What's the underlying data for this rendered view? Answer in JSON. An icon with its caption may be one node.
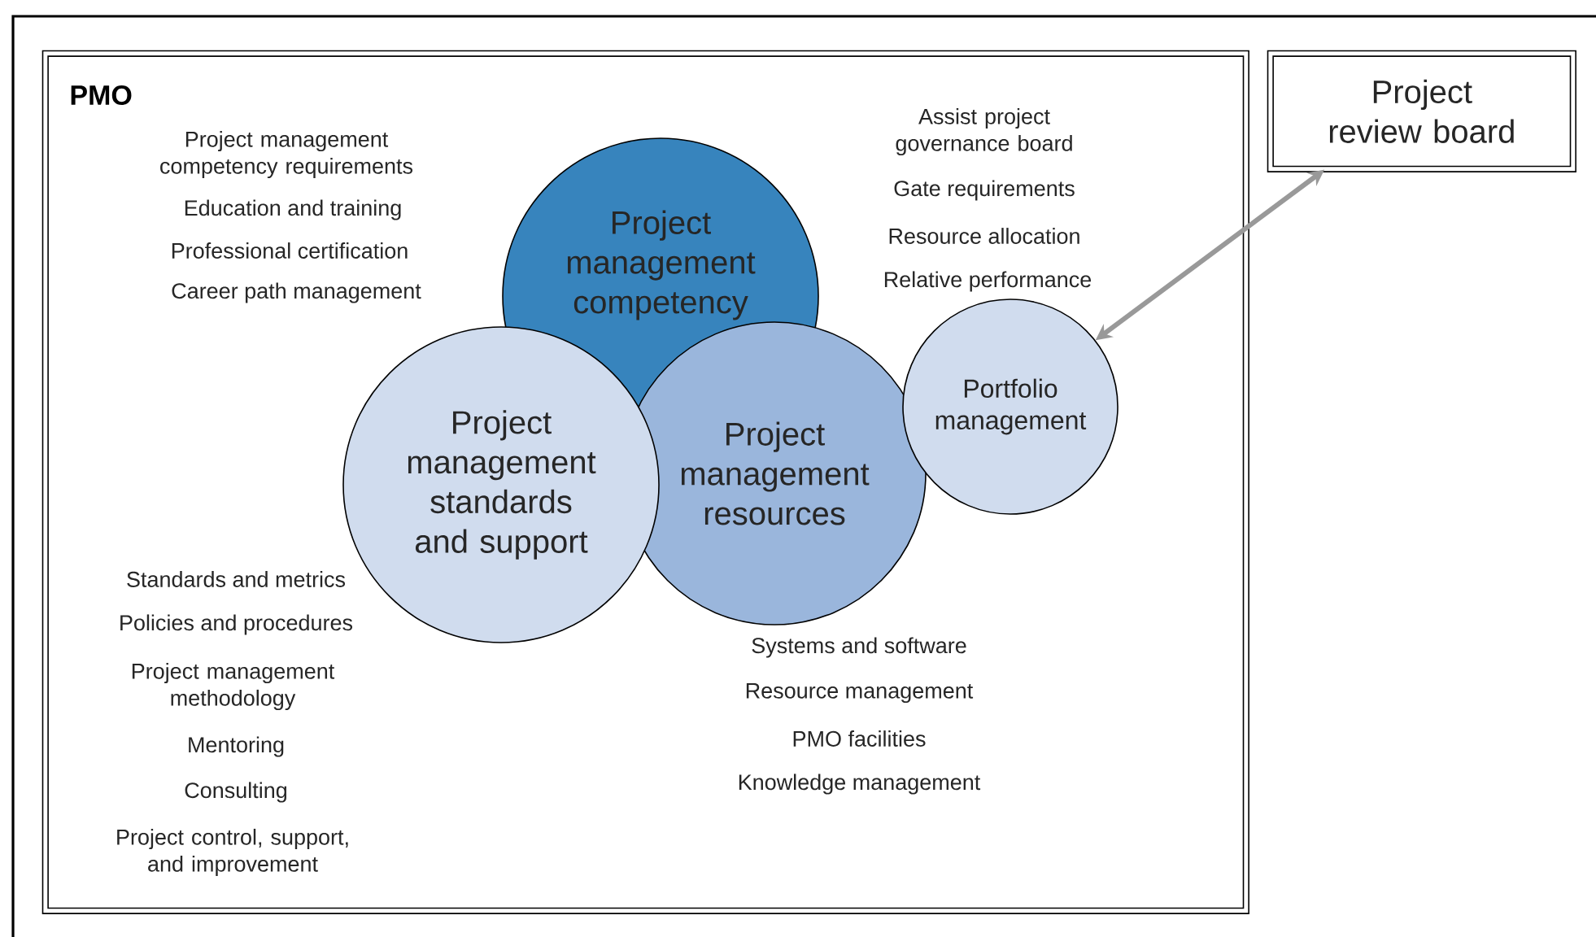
{
  "diagram": {
    "nodes": [
      {
        "text": [
          "PMO"
        ]
      },
      {
        "text": [
          "Project review board"
        ]
      },
      {
        "text": [
          "Project management competency"
        ],
        "in": 0,
        "beside": [
          "Project management competency requirements",
          "Education and training",
          "Professional certification",
          "Career path management"
        ]
      },
      {
        "text": [
          "Project management standards and support"
        ],
        "in": 0,
        "beside": [
          "Standards and metrics",
          "Policies and procedures",
          "Project management methodology",
          "Mentoring",
          "Consulting",
          "Project control, support, and improvement"
        ]
      },
      {
        "text": [
          "Project management resources"
        ],
        "in": 0,
        "beside": [
          "Systems and software",
          "Resource management",
          "PMO facilities",
          "Knowledge management"
        ]
      },
      {
        "text": [
          "Portfolio management"
        ],
        "in": 0,
        "beside": [
          "Assist project governance board",
          "Gate requirements",
          "Resource allocation",
          "Relative performance"
        ]
      }
    ],
    "edges": [
      {
        "from": 5,
        "to": 1,
        "arrow": "both",
        "color": "#999999"
      }
    ]
  }
}
